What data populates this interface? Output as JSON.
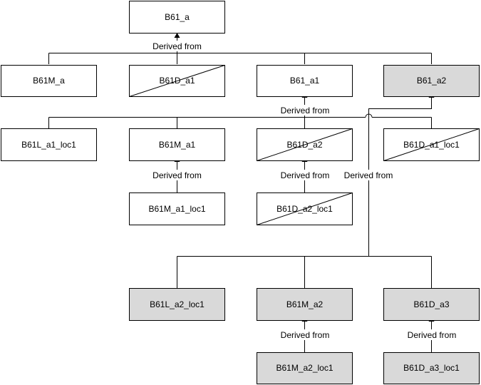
{
  "colors": {
    "shaded_fill": "#d9d9d9",
    "plain_fill": "#ffffff",
    "stroke": "#000000"
  },
  "nodes": {
    "b61_a": {
      "label": "B61_a",
      "style": "plain"
    },
    "b61m_a": {
      "label": "B61M_a",
      "style": "plain"
    },
    "b61d_a1": {
      "label": "B61D_a1",
      "style": "crossed"
    },
    "b61_a1": {
      "label": "B61_a1",
      "style": "plain"
    },
    "b61_a2": {
      "label": "B61_a2",
      "style": "shaded"
    },
    "b61l_a1_loc1": {
      "label": "B61L_a1_loc1",
      "style": "plain"
    },
    "b61m_a1": {
      "label": "B61M_a1",
      "style": "plain"
    },
    "b61d_a2": {
      "label": "B61D_a2",
      "style": "crossed"
    },
    "b61d_a1_loc1": {
      "label": "B61D_a1_loc1",
      "style": "crossed"
    },
    "b61m_a1_loc1": {
      "label": "B61M_a1_loc1",
      "style": "plain"
    },
    "b61d_a2_loc1": {
      "label": "B61D_a2_loc1",
      "style": "crossed"
    },
    "b61l_a2_loc1": {
      "label": "B61L_a2_loc1",
      "style": "shaded"
    },
    "b61m_a2": {
      "label": "B61M_a2",
      "style": "shaded"
    },
    "b61d_a3": {
      "label": "B61D_a3",
      "style": "shaded"
    },
    "b61m_a2_loc1": {
      "label": "B61M_a2_loc1",
      "style": "shaded"
    },
    "b61d_a3_loc1": {
      "label": "B61D_a3_loc1",
      "style": "shaded"
    }
  },
  "relations": [
    {
      "id": "top-tier",
      "label": "Derived from",
      "parent": "b61_a",
      "children": [
        "b61m_a",
        "b61d_a1",
        "b61_a1",
        "b61_a2"
      ]
    },
    {
      "id": "a1-tier",
      "label": "Derived from",
      "parent": "b61_a1",
      "children": [
        "b61l_a1_loc1",
        "b61m_a1",
        "b61d_a2",
        "b61d_a1_loc1"
      ]
    },
    {
      "id": "m-a1-chain",
      "label": "Derived from",
      "parent": "b61m_a1",
      "children": [
        "b61m_a1_loc1"
      ]
    },
    {
      "id": "d-a2-chain",
      "label": "Derived from",
      "parent": "b61d_a2",
      "children": [
        "b61d_a2_loc1"
      ]
    },
    {
      "id": "a2-tier",
      "label": "Derived from",
      "parent": "b61_a2",
      "children": [
        "b61l_a2_loc1",
        "b61m_a2",
        "b61d_a3"
      ]
    },
    {
      "id": "m-a2-chain",
      "label": "Derived from",
      "parent": "b61m_a2",
      "children": [
        "b61m_a2_loc1"
      ]
    },
    {
      "id": "d-a3-chain",
      "label": "Derived from",
      "parent": "b61d_a3",
      "children": [
        "b61d_a3_loc1"
      ]
    }
  ]
}
